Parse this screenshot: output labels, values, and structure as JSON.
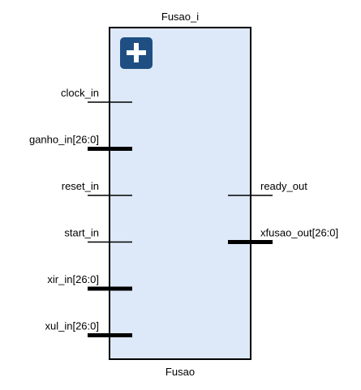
{
  "block": {
    "instance_name": "Fusao_i",
    "module_name": "Fusao",
    "expand_icon": "plus-icon"
  },
  "inputs": [
    {
      "label": "clock_in",
      "bus": false
    },
    {
      "label": "ganho_in[26:0]",
      "bus": true
    },
    {
      "label": "reset_in",
      "bus": false
    },
    {
      "label": "start_in",
      "bus": false
    },
    {
      "label": "xir_in[26:0]",
      "bus": true
    },
    {
      "label": "xul_in[26:0]",
      "bus": true
    }
  ],
  "outputs": [
    {
      "label": "ready_out",
      "bus": false
    },
    {
      "label": "xfusao_out[26:0]",
      "bus": true
    }
  ],
  "colors": {
    "block_fill": "#dde8f8",
    "block_stroke": "#000000",
    "icon_fill": "#1f4f82",
    "icon_glyph": "#ffffff",
    "wire": "#000000"
  }
}
